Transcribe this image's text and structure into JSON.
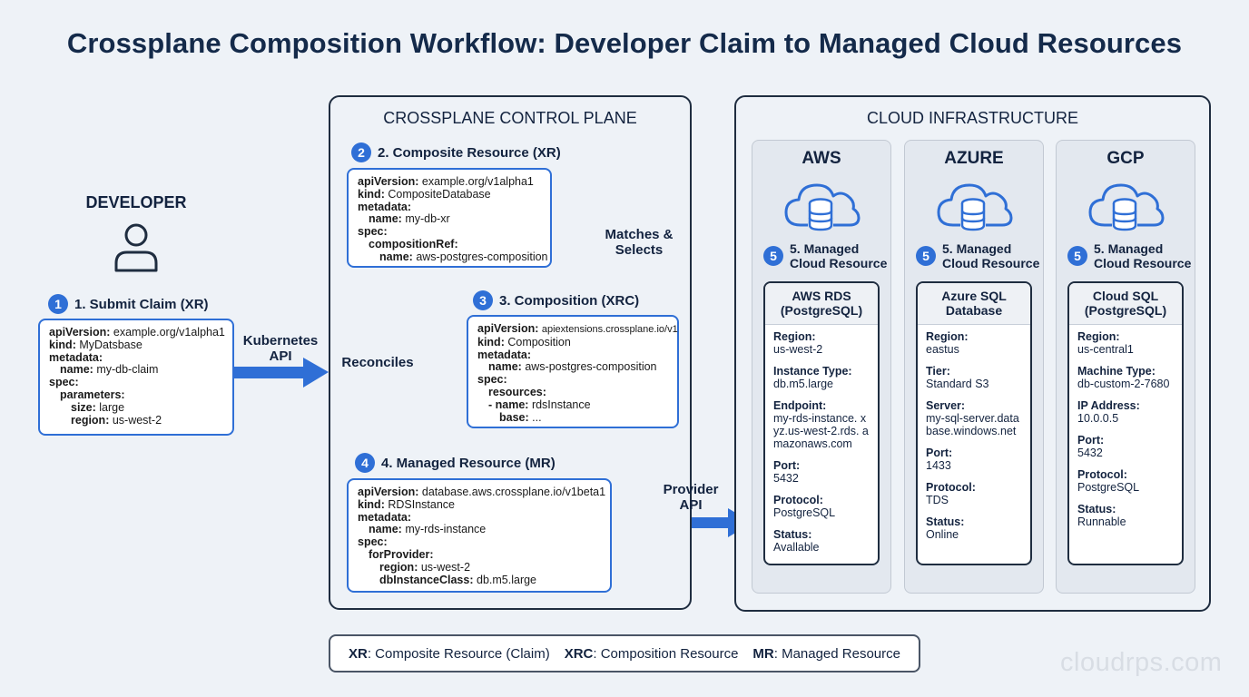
{
  "title": "Crossplane Composition Workflow: Developer Claim to Managed Cloud Resources",
  "developer": {
    "label": "DEVELOPER",
    "icon": "person-icon",
    "step_num": "1",
    "step_label": "1. Submit Claim (XR)",
    "claim": {
      "apiVersion_k": "apiVersion:",
      "apiVersion_v": "example.org/v1alpha1",
      "kind_k": "kind:",
      "kind_v": "MyDatsbase",
      "metadata_k": "metadata:",
      "name_k": "name:",
      "name_v": "my-db-claim",
      "spec_k": "spec:",
      "parameters_k": "parameters:",
      "size_k": "size:",
      "size_v": "large",
      "region_k": "region:",
      "region_v": "us-west-2"
    }
  },
  "arrows": {
    "k8s_api": "Kubernetes API",
    "reconciles": "Reconciles",
    "matches": "Matches & Selects",
    "provider_api": "Provider API"
  },
  "control_plane": {
    "title": "CROSSPLANE CONTROL PLANE",
    "xr": {
      "step_num": "2",
      "step_label": "2. Composite Resource (XR)",
      "apiVersion_k": "apiVersion:",
      "apiVersion_v": "example.org/v1alpha1",
      "kind_k": "kind:",
      "kind_v": "CompositeDatabase",
      "metadata_k": "metadata:",
      "name_k": "name:",
      "name_v": "my-db-xr",
      "spec_k": "spec:",
      "compref_k": "compositionRef:",
      "compname_k": "name:",
      "compname_v": "aws-postgres-composition"
    },
    "xrc": {
      "step_num": "3",
      "step_label": "3. Composition (XRC)",
      "apiVersion_k": "apiVersion:",
      "apiVersion_v": "apiextensions.crossplane.io/v1",
      "kind_k": "kind:",
      "kind_v": "Composition",
      "metadata_k": "metadata:",
      "name_k": "name:",
      "name_v": "aws-postgres-composition",
      "spec_k": "spec:",
      "resources_k": "resources:",
      "item_k": "-  name:",
      "item_v": "rdsInstance",
      "base_k": "base:",
      "base_v": "..."
    },
    "mr": {
      "step_num": "4",
      "step_label": "4. Managed Resource (MR)",
      "apiVersion_k": "apiVersion:",
      "apiVersion_v": "database.aws.crossplane.io/v1beta1",
      "kind_k": "kind:",
      "kind_v": "RDSInstance",
      "metadata_k": "metadata:",
      "name_k": "name:",
      "name_v": "my-rds-instance",
      "spec_k": "spec:",
      "forprov_k": "forProvider:",
      "region_k": "region:",
      "region_v": "us-west-2",
      "class_k": "dbInstanceClass:",
      "class_v": "db.m5.large"
    }
  },
  "cloud": {
    "title": "CLOUD INFRASTRUCTURE",
    "providers": [
      {
        "name": "AWS",
        "icon": "cloud-database-icon",
        "step_num": "5",
        "managed": "5. Managed Cloud Resource",
        "resource_title": "AWS RDS (PostgreSQL)",
        "fields": [
          {
            "label": "Region:",
            "value": "us-west-2"
          },
          {
            "label": "Instance Type:",
            "value": "db.m5.large"
          },
          {
            "label": "Endpoint:",
            "value": "my-rds-instance. xyz.us-west-2.rds. amazonaws.com"
          },
          {
            "label": "Port:",
            "value": "5432"
          },
          {
            "label": "Protocol:",
            "value": "PostgreSQL"
          },
          {
            "label": "Status:",
            "value": "Avallable"
          }
        ]
      },
      {
        "name": "AZURE",
        "icon": "cloud-database-icon",
        "step_num": "5",
        "managed": "5. Managed Cloud Resource",
        "resource_title": "Azure SQL Database",
        "fields": [
          {
            "label": "Region:",
            "value": "eastus"
          },
          {
            "label": "Tier:",
            "value": "Standard S3"
          },
          {
            "label": "Server:",
            "value": "my-sql-server.data base.windows.net"
          },
          {
            "label": "Port:",
            "value": "1433"
          },
          {
            "label": "Protocol:",
            "value": "TDS"
          },
          {
            "label": "Status:",
            "value": "Online"
          }
        ]
      },
      {
        "name": "GCP",
        "icon": "cloud-database-icon",
        "step_num": "5",
        "managed": "5. Managed Cloud Resource",
        "resource_title": "Cloud SQL (PostgreSQL)",
        "fields": [
          {
            "label": "Region:",
            "value": "us-central1"
          },
          {
            "label": "Machine Type:",
            "value": "db-custom-2-7680"
          },
          {
            "label": "IP Address:",
            "value": "10.0.0.5"
          },
          {
            "label": "Port:",
            "value": "5432"
          },
          {
            "label": "Protocol:",
            "value": "PostgreSQL"
          },
          {
            "label": "Status:",
            "value": "Runnable"
          }
        ]
      }
    ]
  },
  "legend": [
    {
      "abbr": "XR",
      "text": ": Composite Resource (Claim)"
    },
    {
      "abbr": "XRC",
      "text": ": Composition Resource"
    },
    {
      "abbr": "MR",
      "text": ": Managed Resource"
    }
  ],
  "watermark": "cloudrps.com",
  "colors": {
    "accent": "#2f6fd6",
    "panel_border": "#1f2d40",
    "background": "#eef2f7"
  }
}
